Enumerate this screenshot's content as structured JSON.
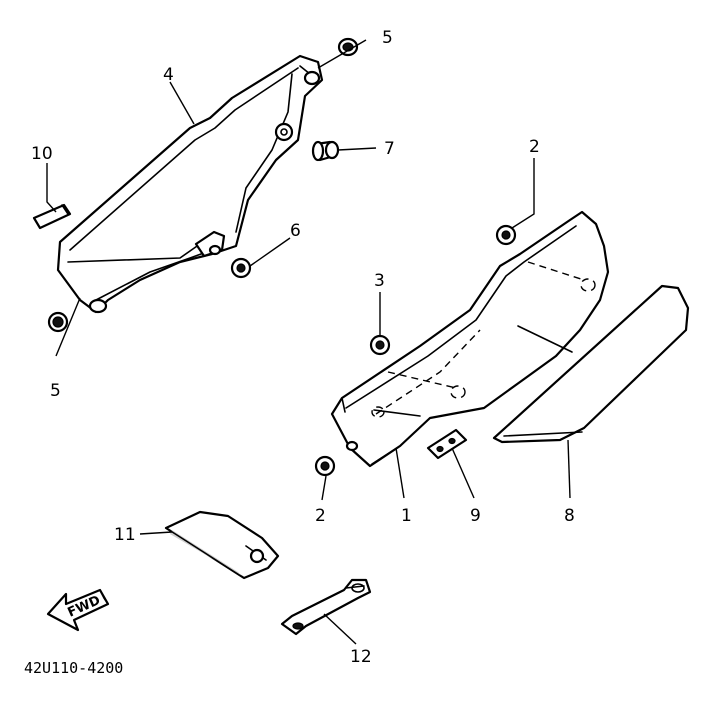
{
  "callouts": {
    "c1": "1",
    "c2a": "2",
    "c2b": "2",
    "c3": "3",
    "c4": "4",
    "c5a": "5",
    "c5b": "5",
    "c6": "6",
    "c7": "7",
    "c8": "8",
    "c9": "9",
    "c10": "10",
    "c11": "11",
    "c12": "12"
  },
  "direction_arrow": {
    "label": "FWD"
  },
  "drawing_code": "42U110-4200"
}
